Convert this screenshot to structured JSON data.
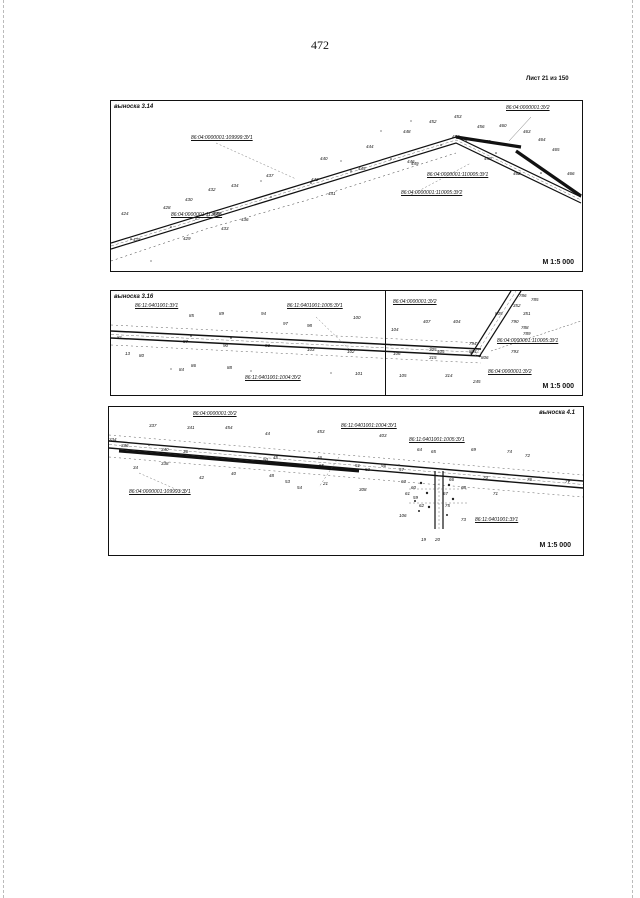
{
  "page": {
    "number": "472",
    "sheet": "Лист 21 из 150"
  },
  "panels": [
    {
      "callout": "выноска 3.14",
      "scale": "М 1:5 000",
      "parcels": [
        "86:04:0000001:109999:ЗУ1",
        "86:04:0000001:ЗУ2",
        "86:04:0000001:110005:ЗУ1",
        "86:04:0000001:110005:ЗУ2",
        "86:04:0000001:113505"
      ],
      "points": [
        "424",
        "425",
        "428",
        "429",
        "430",
        "432",
        "433",
        "434",
        "435",
        "436",
        "437",
        "440",
        "441",
        "442",
        "444",
        "445",
        "446",
        "448",
        "449",
        "452",
        "453",
        "454",
        "456",
        "458",
        "459",
        "460",
        "462",
        "463",
        "464",
        "465",
        "466"
      ]
    },
    {
      "callout": "выноска 3.16",
      "scale": "М 1:5 000",
      "parcels": [
        "86:11:0401001:ЗУ1",
        "86:11:0401001:1005:ЗУ1",
        "86:11:0401001:1004:ЗУ2",
        "86:04:0000001:ЗУ2",
        "86:04:0000001:110005:ЗУ1",
        "86:04:0000001:ЗУ2"
      ],
      "points": [
        "81",
        "13",
        "80",
        "84",
        "85",
        "86",
        "87",
        "88",
        "89",
        "90",
        "93",
        "94",
        "97",
        "98",
        "100",
        "101",
        "102",
        "103",
        "104",
        "105",
        "106",
        "245",
        "305",
        "314",
        "315",
        "351",
        "352",
        "404",
        "405",
        "407",
        "785",
        "786",
        "788",
        "789",
        "790",
        "793",
        "794",
        "804",
        "805",
        "806"
      ]
    },
    {
      "callout": "выноска 4.1",
      "scale": "М 1:5 000",
      "parcels": [
        "86:04:0000001:ЗУ2",
        "86:11:0401001:1004:ЗУ1",
        "86:11:0401001:1005:ЗУ1",
        "86:04:0000001:109993:ЗУ1",
        "86:11:0401001:ЗУ1"
      ],
      "points": [
        "334",
        "336",
        "337",
        "338",
        "341",
        "34",
        "340",
        "36",
        "40",
        "42",
        "44",
        "45",
        "46",
        "48",
        "50",
        "51",
        "52",
        "53",
        "54",
        "55",
        "56",
        "57",
        "59",
        "60",
        "61",
        "62",
        "63",
        "64",
        "65",
        "66",
        "67",
        "68",
        "69",
        "70",
        "71",
        "72",
        "73",
        "74",
        "75",
        "76",
        "77",
        "106",
        "19",
        "20",
        "21",
        "308",
        "403",
        "453",
        "454"
      ]
    }
  ]
}
